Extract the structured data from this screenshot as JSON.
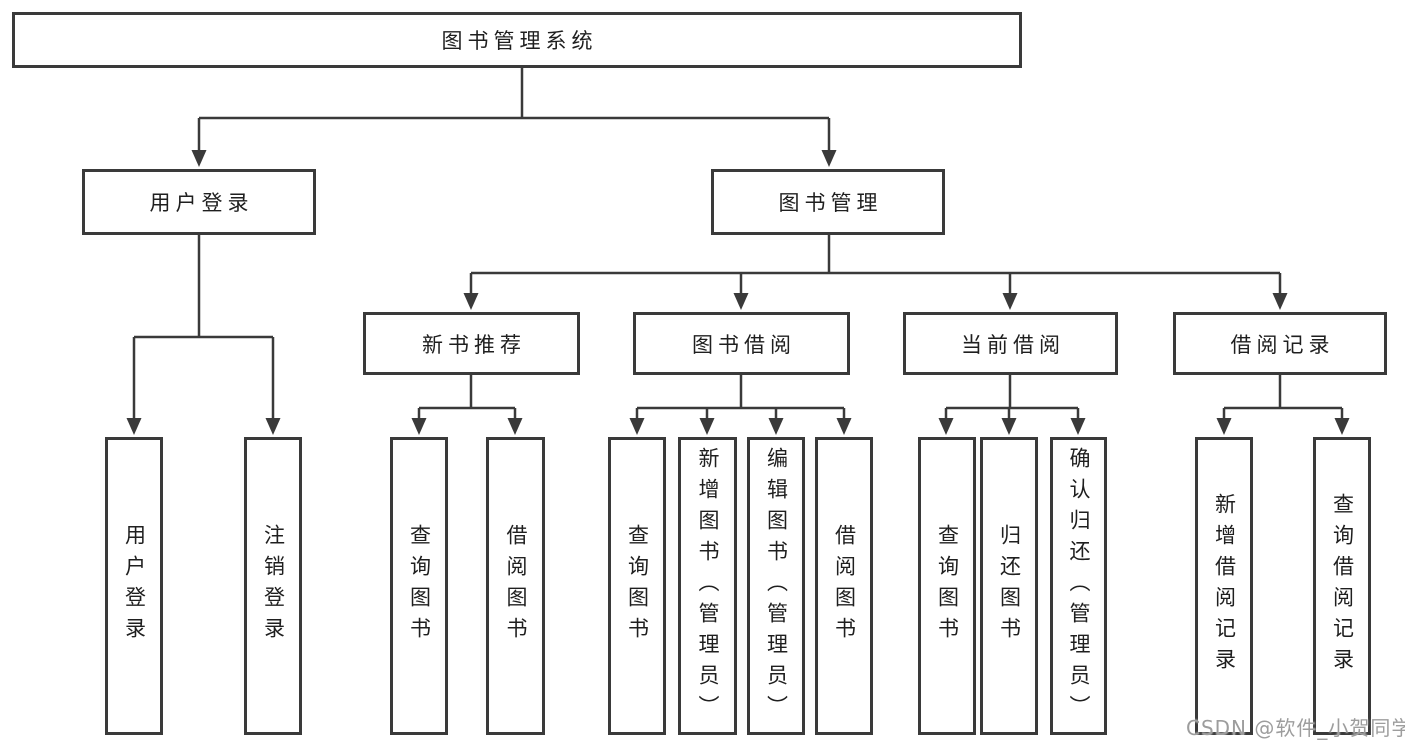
{
  "tree": {
    "root": {
      "label": "图书管理系统"
    },
    "branches": [
      {
        "label": "用户登录",
        "children": [
          {
            "label": "用户登录"
          },
          {
            "label": "注销登录"
          }
        ]
      },
      {
        "label": "图书管理",
        "children": [
          {
            "label": "新书推荐",
            "children": [
              {
                "label": "查询图书"
              },
              {
                "label": "借阅图书"
              }
            ]
          },
          {
            "label": "图书借阅",
            "children": [
              {
                "label": "查询图书"
              },
              {
                "label": "新增图书（管理员）"
              },
              {
                "label": "编辑图书（管理员）"
              },
              {
                "label": "借阅图书"
              }
            ]
          },
          {
            "label": "当前借阅",
            "children": [
              {
                "label": "查询图书"
              },
              {
                "label": "归还图书"
              },
              {
                "label": "确认归还（管理员）"
              }
            ]
          },
          {
            "label": "借阅记录",
            "children": [
              {
                "label": "新增借阅记录"
              },
              {
                "label": "查询借阅记录"
              }
            ]
          }
        ]
      }
    ]
  },
  "watermark": {
    "text": "CSDN @软件_小贺同学"
  },
  "colors": {
    "line": "#3a3a3a",
    "text": "#1f1f1f",
    "watermark_gray": "#9d9d9d",
    "background": "#ffffff"
  }
}
